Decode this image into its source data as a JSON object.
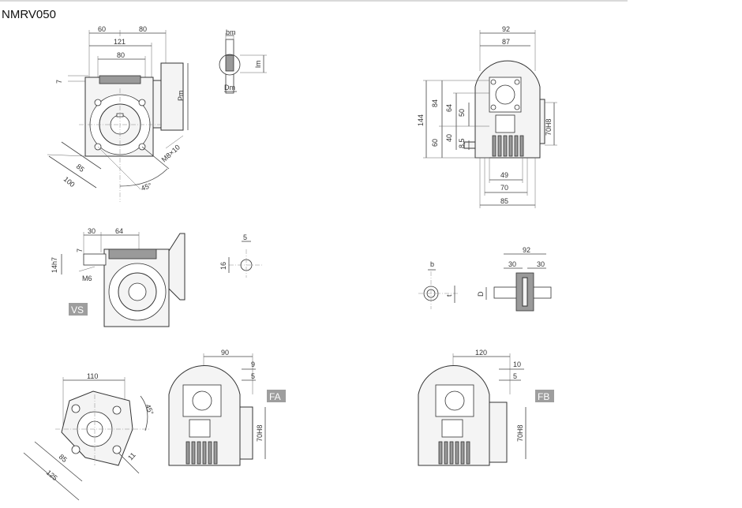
{
  "title": "NMRV050",
  "colors": {
    "tag_bg": "#9e9e9e",
    "tag_text": "#ffffff",
    "line": "#444444"
  },
  "view_top_left": {
    "dims": {
      "d60": "60",
      "d80_top": "80",
      "d121": "121",
      "d80_inner": "80",
      "d7": "7",
      "d85": "85",
      "d100": "100",
      "d45": "45°",
      "thread": "M8×10",
      "pm": "Pm"
    }
  },
  "view_key": {
    "bm": "bm",
    "lm": "lm",
    "dm": "Dm"
  },
  "view_top_right": {
    "dims": {
      "d92": "92",
      "d87": "87",
      "d144": "144",
      "d84": "84",
      "d64": "64",
      "d50": "50",
      "d60": "60",
      "d40": "40",
      "d8_5": "8,5",
      "d49": "49",
      "d70": "70",
      "d85": "85",
      "h70h8": "70H8"
    }
  },
  "view_vs": {
    "dims": {
      "d30": "30",
      "d64": "64",
      "d14h7": "14h7",
      "d7": "7",
      "m6": "M6"
    },
    "tag": "VS"
  },
  "view_vs_key": {
    "d5": "5",
    "d16": "16"
  },
  "view_shaft_key": {
    "b": "b",
    "t": "t"
  },
  "view_shaft_side": {
    "d92": "92",
    "d30_left": "30",
    "d30_right": "30",
    "D": "D"
  },
  "view_flange": {
    "d110": "110",
    "d45": "45°",
    "d85": "85",
    "d125": "125",
    "d11": "11"
  },
  "view_fa": {
    "d90": "90",
    "d9": "9",
    "d5": "5",
    "h70h8": "70H8",
    "tag": "FA"
  },
  "view_fb": {
    "d120": "120",
    "d10": "10",
    "d5": "5",
    "h70h8": "70H8",
    "tag": "FB"
  }
}
